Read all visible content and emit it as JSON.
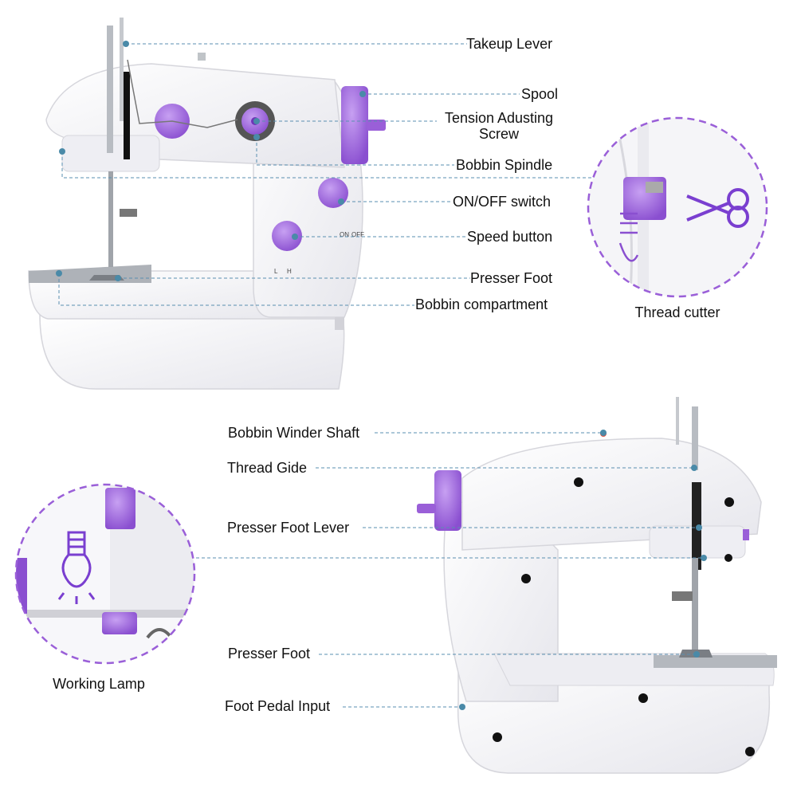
{
  "colors": {
    "body": "#f4f4f6",
    "body_shadow": "#dcdce2",
    "accent": "#9a5fd8",
    "accent_dark": "#6f35b8",
    "metal": "#9fa3a8",
    "leader": "#5a8fb0",
    "dot": "#4a8aa8",
    "text": "#111111"
  },
  "top_labels": {
    "takeup_lever": "Takeup Lever",
    "spool": "Spool",
    "tension_line1": "Tension Adusting",
    "tension_line2": "Screw",
    "bobbin_spindle": "Bobbin Spindle",
    "on_off_switch": "ON/OFF switch",
    "speed_button": "Speed button",
    "presser_foot": "Presser Foot",
    "bobbin_compartment": "Bobbin compartment"
  },
  "insets": {
    "thread_cutter": "Thread cutter",
    "working_lamp": "Working Lamp"
  },
  "machine_marks": {
    "on": "ON",
    "off": "OFF",
    "low": "L",
    "high": "H"
  },
  "bottom_labels": {
    "bobbin_winder_shaft": "Bobbin Winder Shaft",
    "thread_guide": "Thread Gide",
    "presser_foot_lever": "Presser Foot Lever",
    "presser_foot": "Presser Foot",
    "foot_pedal_input": "Foot Pedal Input"
  },
  "icons": [
    "scissors-icon",
    "bulb-icon"
  ]
}
